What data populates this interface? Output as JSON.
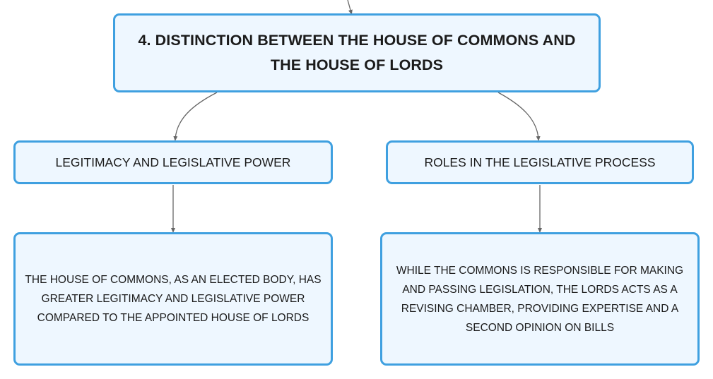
{
  "mindmap": {
    "root": {
      "label": "4. DISTINCTION BETWEEN THE HOUSE OF COMMONS AND THE HOUSE OF LORDS"
    },
    "branches": [
      {
        "label": "LEGITIMACY AND LEGISLATIVE POWER",
        "detail": "THE HOUSE OF COMMONS, AS AN ELECTED BODY, HAS GREATER LEGITIMACY AND LEGISLATIVE POWER COMPARED TO THE APPOINTED HOUSE OF LORDS"
      },
      {
        "label": "ROLES IN THE LEGISLATIVE PROCESS",
        "detail": "WHILE THE COMMONS IS RESPONSIBLE FOR MAKING AND PASSING LEGISLATION, THE LORDS ACTS AS A REVISING CHAMBER, PROVIDING EXPERTISE AND A SECOND OPINION ON BILLS"
      }
    ],
    "colors": {
      "node_border": "#3fa0e0",
      "node_fill": "#eef7ff",
      "connector": "#666666",
      "text": "#1b1b1b"
    }
  }
}
